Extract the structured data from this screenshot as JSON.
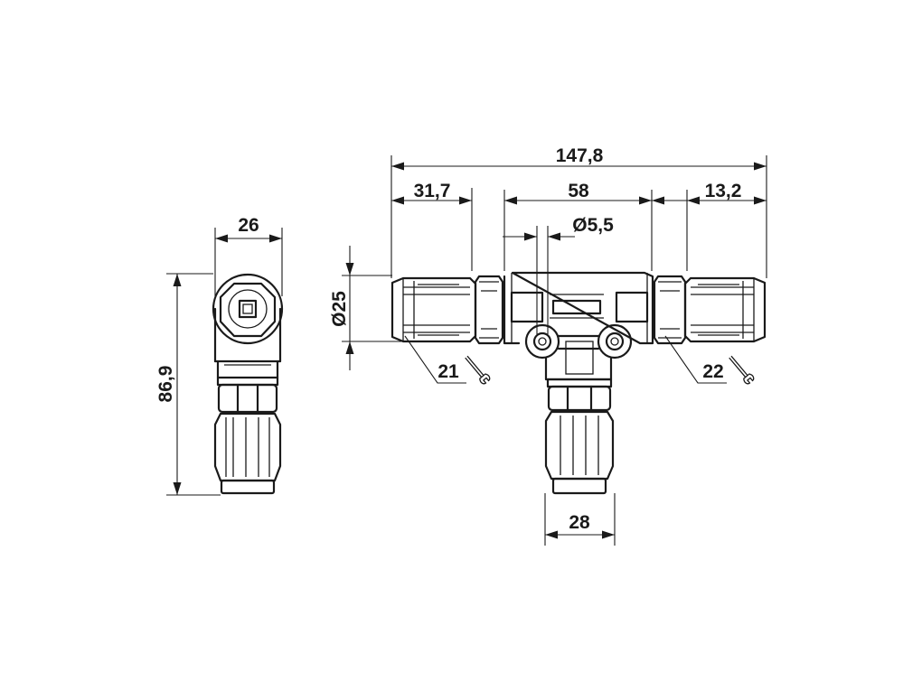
{
  "dimensions": {
    "total_length": "147,8",
    "left_section": "31,7",
    "center_span": "58",
    "right_section": "13,2",
    "hole_diameter": "Ø5,5",
    "body_diameter": "Ø25",
    "drop_width": "28",
    "side_width": "26",
    "side_height": "86,9"
  },
  "callouts": {
    "left_wrench": "21",
    "right_wrench": "22"
  }
}
